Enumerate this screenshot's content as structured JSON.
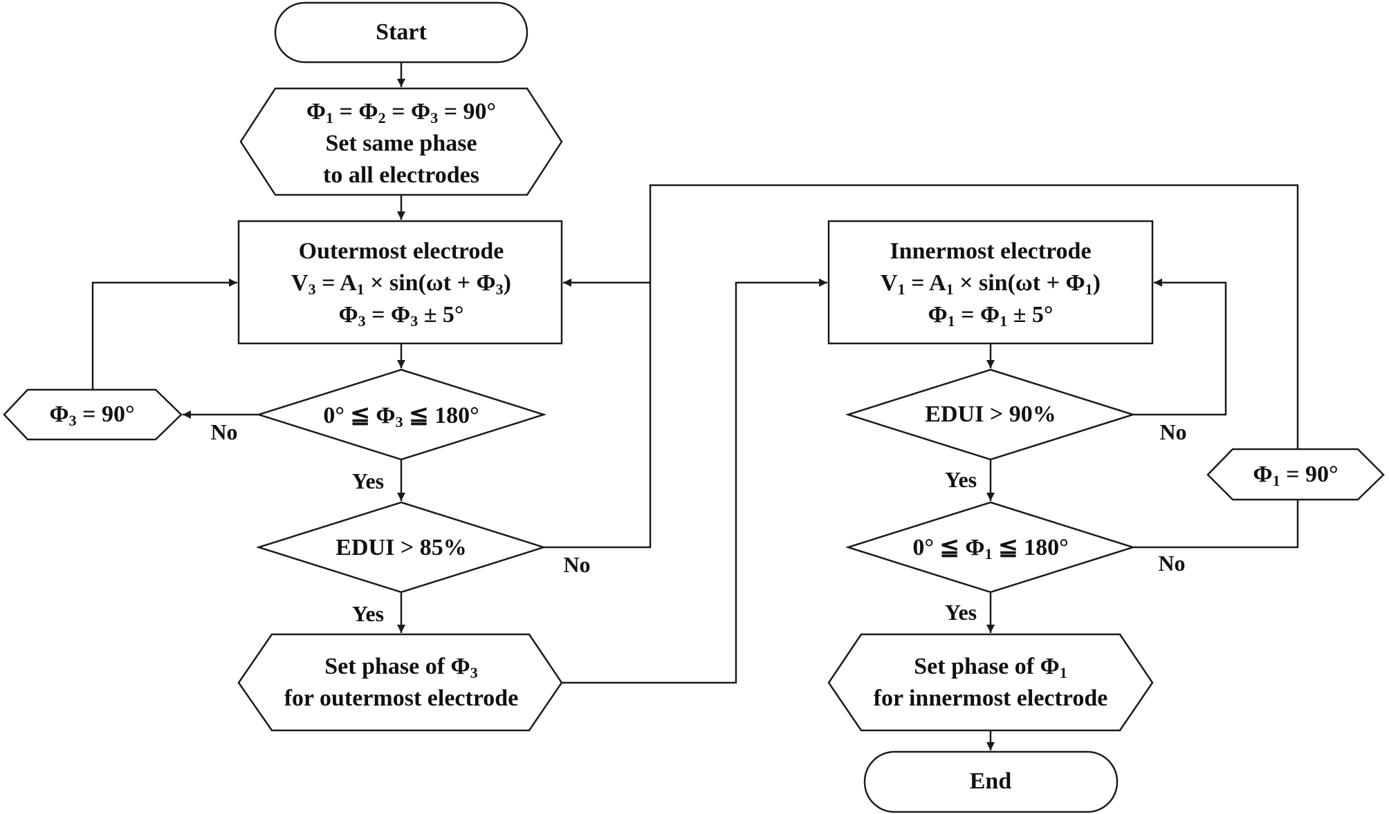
{
  "nodes": {
    "start": {
      "text": "Start"
    },
    "init_phase": {
      "line1": {
        "p1": "Φ",
        "s1": "1",
        "p2": " = Φ",
        "s2": "2",
        "p3": " = Φ",
        "s3": "3",
        "p4": " = 90°"
      },
      "line2": "Set same phase",
      "line3": "to all electrodes"
    },
    "outer_process": {
      "title": "Outermost electrode",
      "formula": {
        "a": "V",
        "s1": "3",
        "b": " = A",
        "s2": "1",
        "c": " × sin(ωt + Φ",
        "s3": "3",
        "d": ")"
      },
      "update": {
        "a": "Φ",
        "s1": "3",
        "b": " = Φ",
        "s2": "3",
        "c": " ± 5°"
      }
    },
    "outer_reset": {
      "a": "Φ",
      "s1": "3",
      "b": " = 90°"
    },
    "outer_range_check": {
      "a": "0° ≦ Φ",
      "s1": "3",
      "b": " ≦ 180°"
    },
    "outer_edui_check": {
      "text": "EDUI > 85%"
    },
    "outer_set_phase": {
      "line1": {
        "a": "Set phase of Φ",
        "s1": "3"
      },
      "line2": "for outermost electrode"
    },
    "inner_process": {
      "title": "Innermost electrode",
      "formula": {
        "a": "V",
        "s1": "1",
        "b": " = A",
        "s2": "1",
        "c": " × sin(ωt + Φ",
        "s3": "1",
        "d": ")"
      },
      "update": {
        "a": "Φ",
        "s1": "1",
        "b": " = Φ",
        "s2": "1",
        "c": " ± 5°"
      }
    },
    "inner_edui_check": {
      "text": "EDUI > 90%"
    },
    "inner_range_check": {
      "a": "0° ≦ Φ",
      "s1": "1",
      "b": " ≦ 180°"
    },
    "inner_reset": {
      "a": "Φ",
      "s1": "1",
      "b": " = 90°"
    },
    "inner_set_phase": {
      "line1": {
        "a": "Set phase of Φ",
        "s1": "1"
      },
      "line2": "for innermost electrode"
    },
    "end": {
      "text": "End"
    }
  },
  "edge_labels": {
    "outer_range_no": "No",
    "outer_range_yes": "Yes",
    "outer_edui_no": "No",
    "outer_edui_yes": "Yes",
    "inner_edui_no": "No",
    "inner_edui_yes": "Yes",
    "inner_range_no": "No",
    "inner_range_yes": "Yes"
  },
  "colors": {
    "line": "#1a1a1a",
    "fill": "#ffffff",
    "text": "#111111"
  }
}
